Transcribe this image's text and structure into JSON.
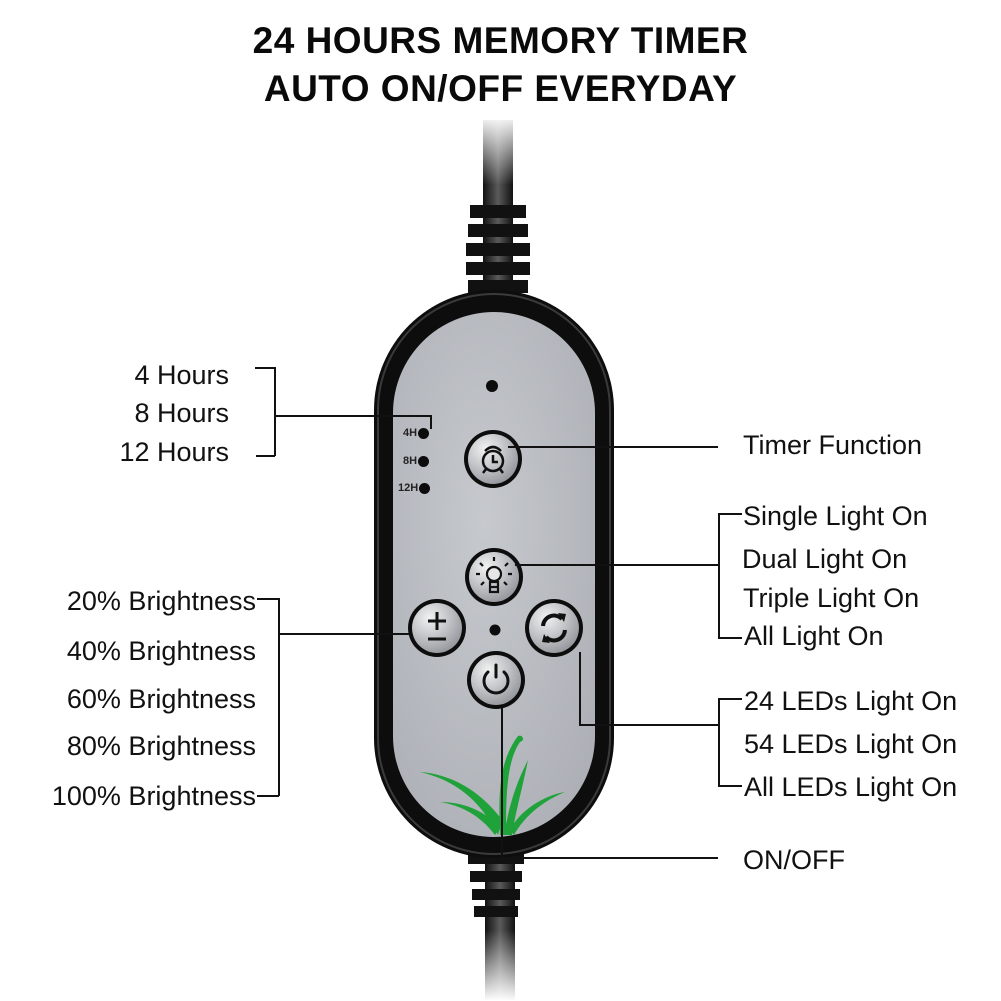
{
  "header": {
    "line1": "24 HOURS MEMORY TIMER",
    "line2": "AUTO ON/OFF EVERYDAY"
  },
  "timer_callout": {
    "options": [
      "4 Hours",
      "8 Hours",
      "12 Hours"
    ],
    "indicators": [
      "4H",
      "8H",
      "12H"
    ]
  },
  "brightness_callout": {
    "options": [
      "20% Brightness",
      "40% Brightness",
      "60% Brightness",
      "80% Brightness",
      "100% Brightness"
    ]
  },
  "timer_function": {
    "label": "Timer Function"
  },
  "light_mode_callout": {
    "options": [
      "Single Light On",
      "Dual Light On",
      "Triple Light On",
      "All Light On"
    ]
  },
  "led_callout": {
    "options": [
      "24 LEDs Light On",
      "54 LEDs Light On",
      "All LEDs Light On"
    ]
  },
  "power": {
    "label": "ON/OFF"
  },
  "buttons": {
    "timer": {
      "icon": "alarm-clock-icon"
    },
    "light_mode": {
      "icon": "light-bulb-icon"
    },
    "brightness": {
      "icon": "plus-minus-icon"
    },
    "cycle": {
      "icon": "refresh-cycle-icon"
    },
    "power": {
      "icon": "power-icon"
    }
  },
  "colors": {
    "panel": "#b9bcc2",
    "shell": "#0d0d0d",
    "leaf": "#1fa23a"
  }
}
